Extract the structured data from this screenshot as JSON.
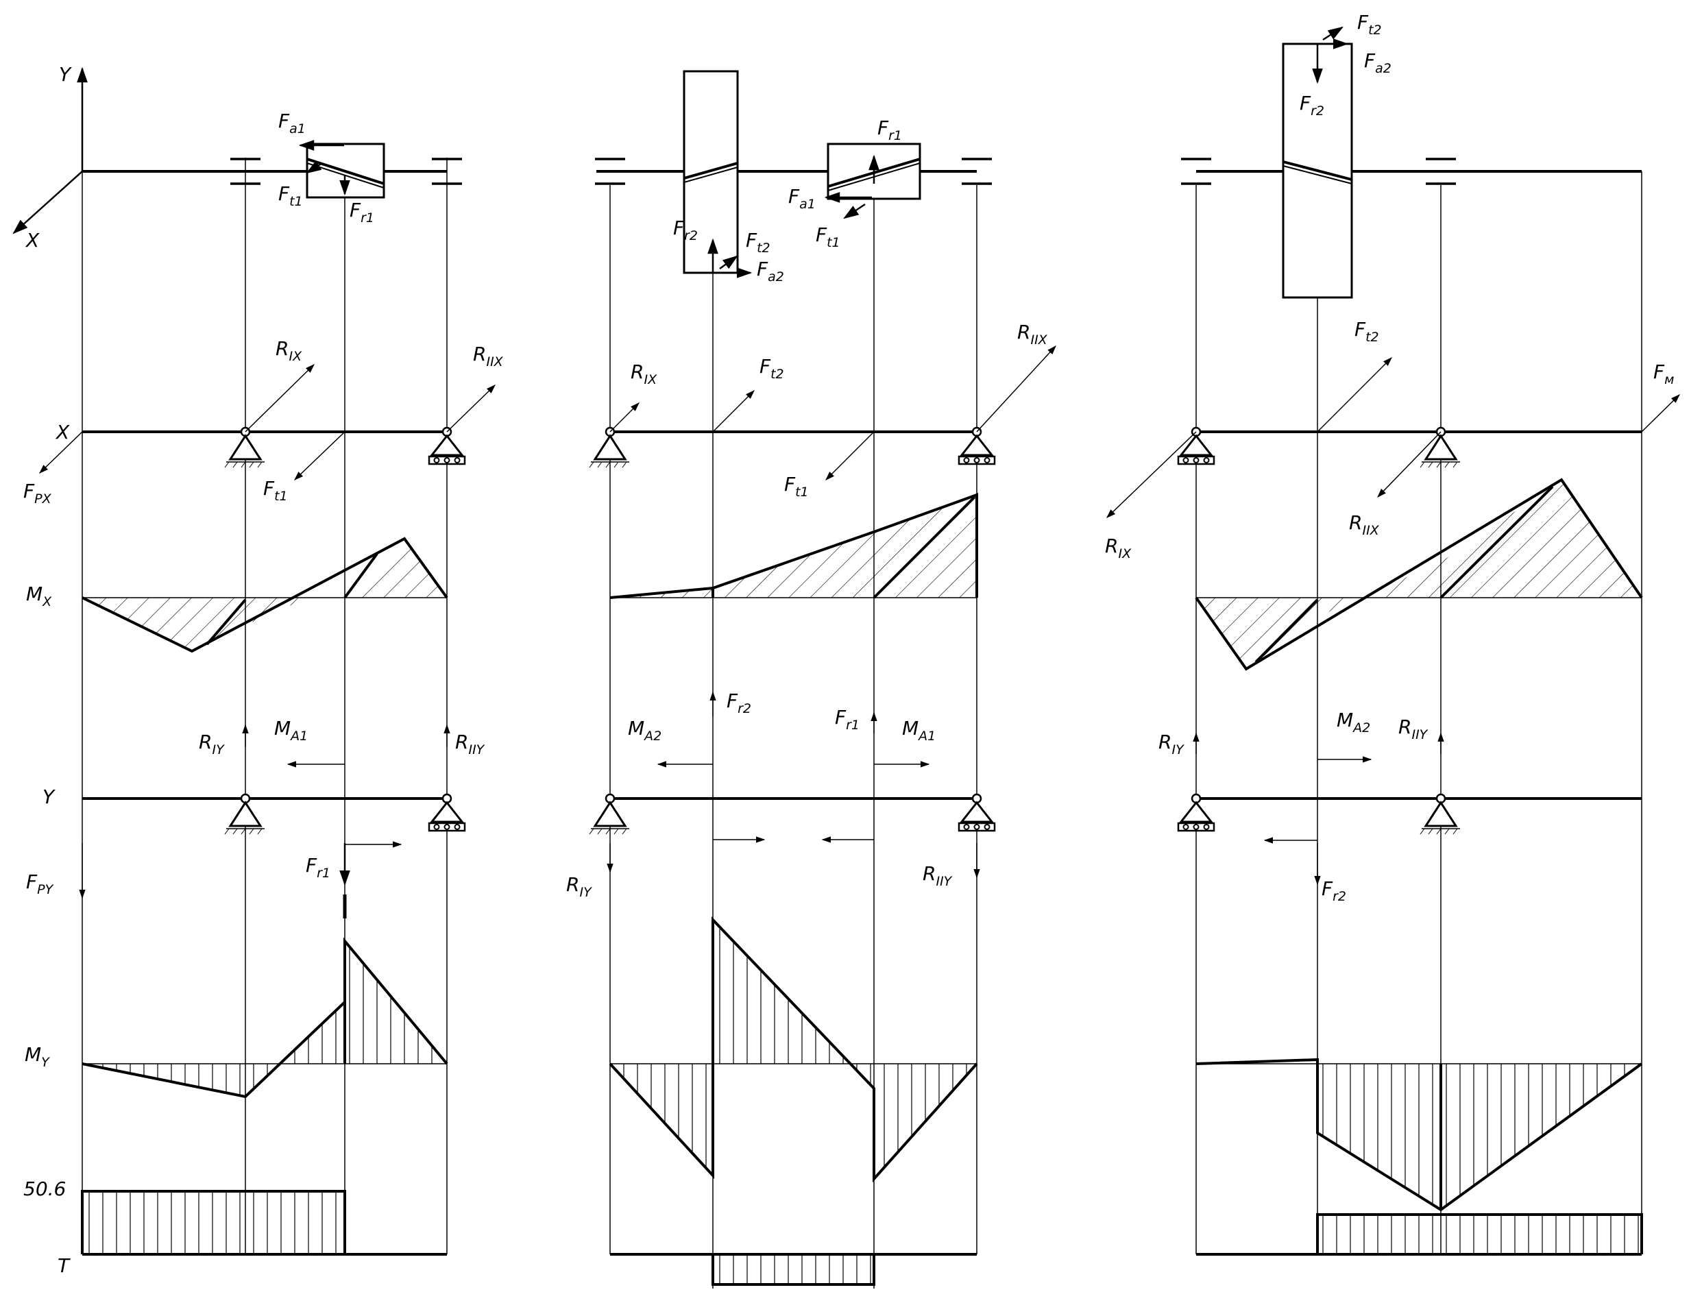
{
  "labels": {
    "axis_y": "Y",
    "axis_x": "X",
    "x_plane": "X",
    "y_plane": "Y",
    "mx": "M",
    "mx_sub": "X",
    "my": "M",
    "my_sub": "Y",
    "torque": "T",
    "torque_value": "50.6",
    "fpx": "F",
    "fpx_sub": "PX",
    "fpy": "F",
    "fpy_sub": "PY",
    "fm": "F",
    "fm_sub": "м",
    "shaft1": {
      "fa1": {
        "b": "F",
        "s": "a1"
      },
      "ft1": {
        "b": "F",
        "s": "t1"
      },
      "fr1": {
        "b": "F",
        "s": "r1"
      },
      "rix": {
        "b": "R",
        "s": "IX"
      },
      "riix": {
        "b": "R",
        "s": "IIX"
      },
      "ft1b": {
        "b": "F",
        "s": "t1"
      },
      "riy": {
        "b": "R",
        "s": "IY"
      },
      "ma1": {
        "b": "M",
        "s": "A1"
      },
      "riiy": {
        "b": "R",
        "s": "IIY"
      },
      "fr1b": {
        "b": "F",
        "s": "r1"
      }
    },
    "shaft2": {
      "fr2": {
        "b": "F",
        "s": "r2"
      },
      "ft2": {
        "b": "F",
        "s": "t2"
      },
      "fa2": {
        "b": "F",
        "s": "a2"
      },
      "fr1": {
        "b": "F",
        "s": "r1"
      },
      "fa1": {
        "b": "F",
        "s": "a1"
      },
      "ft1": {
        "b": "F",
        "s": "t1"
      },
      "rix": {
        "b": "R",
        "s": "IX"
      },
      "ft2b": {
        "b": "F",
        "s": "t2"
      },
      "riix": {
        "b": "R",
        "s": "IIX"
      },
      "ft1b": {
        "b": "F",
        "s": "t1"
      },
      "fr2b": {
        "b": "F",
        "s": "r2"
      },
      "ma2": {
        "b": "M",
        "s": "A2"
      },
      "fr1b": {
        "b": "F",
        "s": "r1"
      },
      "ma1": {
        "b": "M",
        "s": "A1"
      },
      "riy": {
        "b": "R",
        "s": "IY"
      },
      "riiy": {
        "b": "R",
        "s": "IIY"
      }
    },
    "shaft3": {
      "ft2": {
        "b": "F",
        "s": "t2"
      },
      "fa2": {
        "b": "F",
        "s": "a2"
      },
      "fr2": {
        "b": "F",
        "s": "r2"
      },
      "ft2b": {
        "b": "F",
        "s": "t2"
      },
      "rix": {
        "b": "R",
        "s": "IX"
      },
      "riix": {
        "b": "R",
        "s": "IIX"
      },
      "riy": {
        "b": "R",
        "s": "IY"
      },
      "ma2": {
        "b": "M",
        "s": "A2"
      },
      "riiy": {
        "b": "R",
        "s": "IIY"
      },
      "fr2b": {
        "b": "F",
        "s": "r2"
      }
    }
  }
}
